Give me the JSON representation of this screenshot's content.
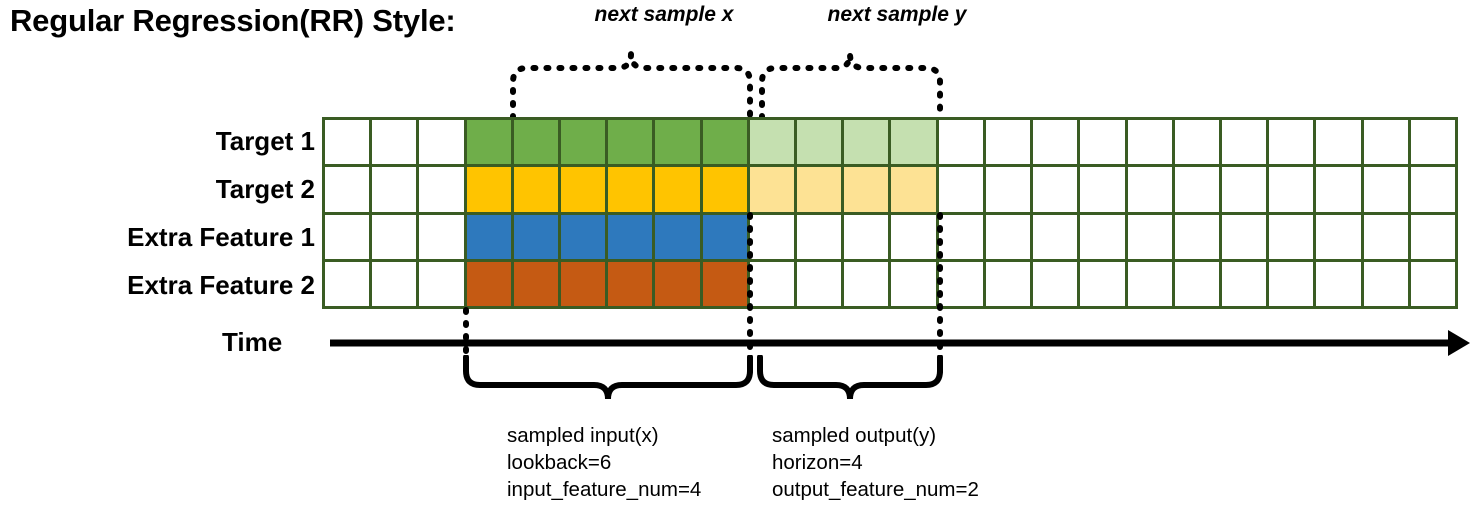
{
  "title": "Regular Regression(RR) Style:",
  "rows": [
    {
      "label": "Target 1",
      "kind": "target"
    },
    {
      "label": "Target 2",
      "kind": "target"
    },
    {
      "label": "Extra Feature 1",
      "kind": "feature"
    },
    {
      "label": "Extra Feature 2",
      "kind": "feature"
    }
  ],
  "axis": {
    "label": "Time",
    "direction": "right"
  },
  "top_brackets": [
    {
      "name": "next-sample-x",
      "label": "next sample x"
    },
    {
      "name": "next-sample-y",
      "label": "next sample y"
    }
  ],
  "bottom_brackets": [
    {
      "name": "sampled-input",
      "lines": [
        "sampled input(x)",
        "lookback=6",
        "input_feature_num=4"
      ]
    },
    {
      "name": "sampled-output",
      "lines": [
        "sampled output(y)",
        "horizon=4",
        "output_feature_num=2"
      ]
    }
  ],
  "colors": {
    "grid_border": "#3a5c23",
    "target1_input": "#6FAE4A",
    "target1_output": "#C5E0B0",
    "target2_input": "#FFC400",
    "target2_output": "#FDE294",
    "feature1_input": "#2E79BD",
    "feature2_input": "#C55A13",
    "empty": "#ffffff"
  },
  "chart_data": {
    "type": "heatmap",
    "title": "Regular Regression(RR) Style:",
    "columns_total": 24,
    "lookback": 6,
    "horizon": 4,
    "input_feature_num": 4,
    "output_feature_num": 2,
    "input_start_col": 4,
    "input_end_col": 9,
    "output_start_col": 10,
    "output_end_col": 13,
    "row_labels": [
      "Target 1",
      "Target 2",
      "Extra Feature 1",
      "Extra Feature 2"
    ],
    "grid": [
      [
        "empty",
        "empty",
        "empty",
        "green",
        "green",
        "green",
        "green",
        "green",
        "green",
        "lgreen",
        "lgreen",
        "lgreen",
        "lgreen",
        "empty",
        "empty",
        "empty",
        "empty",
        "empty",
        "empty",
        "empty",
        "empty",
        "empty",
        "empty",
        "empty"
      ],
      [
        "empty",
        "empty",
        "empty",
        "yellow",
        "yellow",
        "yellow",
        "yellow",
        "yellow",
        "yellow",
        "lyellow",
        "lyellow",
        "lyellow",
        "lyellow",
        "empty",
        "empty",
        "empty",
        "empty",
        "empty",
        "empty",
        "empty",
        "empty",
        "empty",
        "empty",
        "empty"
      ],
      [
        "empty",
        "empty",
        "empty",
        "blue",
        "blue",
        "blue",
        "blue",
        "blue",
        "blue",
        "empty",
        "empty",
        "empty",
        "empty",
        "empty",
        "empty",
        "empty",
        "empty",
        "empty",
        "empty",
        "empty",
        "empty",
        "empty",
        "empty",
        "empty"
      ],
      [
        "empty",
        "empty",
        "empty",
        "orange",
        "orange",
        "orange",
        "orange",
        "orange",
        "orange",
        "empty",
        "empty",
        "empty",
        "empty",
        "empty",
        "empty",
        "empty",
        "empty",
        "empty",
        "empty",
        "empty",
        "empty",
        "empty",
        "empty",
        "empty"
      ]
    ]
  }
}
